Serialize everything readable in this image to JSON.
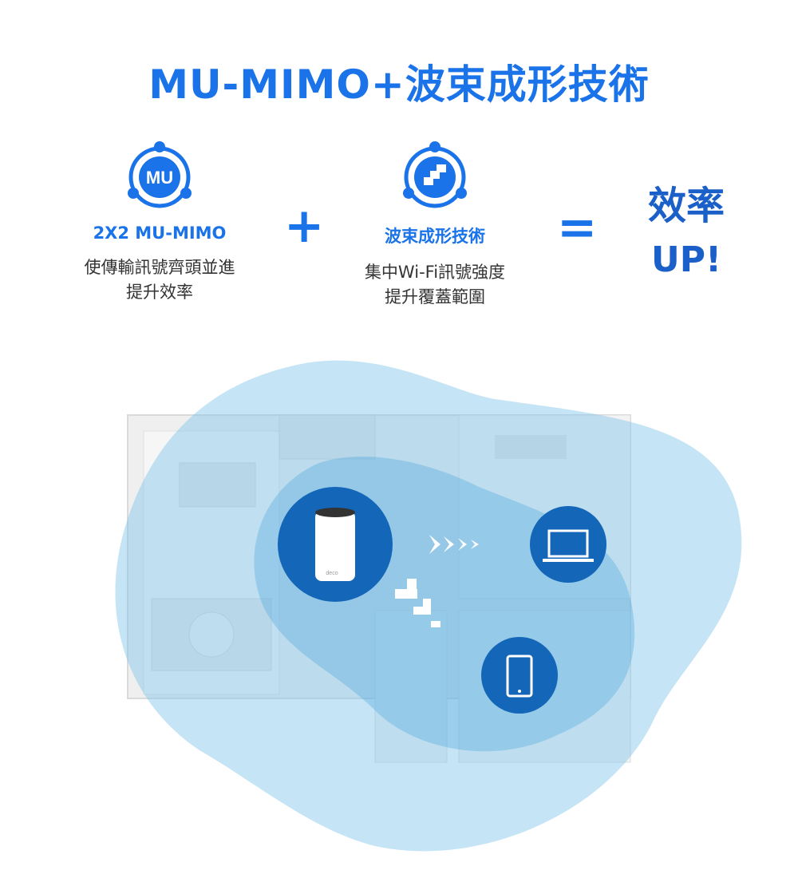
{
  "title": "MU-MIMO+波束成形技術",
  "features": [
    {
      "icon_name": "mu-network-icon",
      "icon_text": "MU",
      "heading": "2X2 MU-MIMO",
      "desc_line1": "使傳輸訊號齊頭並進",
      "desc_line2": "提升效率"
    },
    {
      "icon_name": "beamforming-network-icon",
      "heading": "波束成形技術",
      "desc_line1": "集中Wi-Fi訊號強度",
      "desc_line2": "提升覆蓋範圍"
    }
  ],
  "operators": {
    "plus": "+",
    "equals": "="
  },
  "result": {
    "line1": "效率",
    "line2": "UP!"
  },
  "device_label": "deco",
  "icons": [
    "router-icon",
    "laptop-icon",
    "smartphone-icon",
    "signal-arrows-icon",
    "floorplan-illustration"
  ],
  "colors": {
    "brand_blue": "#1a73e8",
    "coverage_blue": "#7ec3e8",
    "device_circle": "#1466b8"
  }
}
